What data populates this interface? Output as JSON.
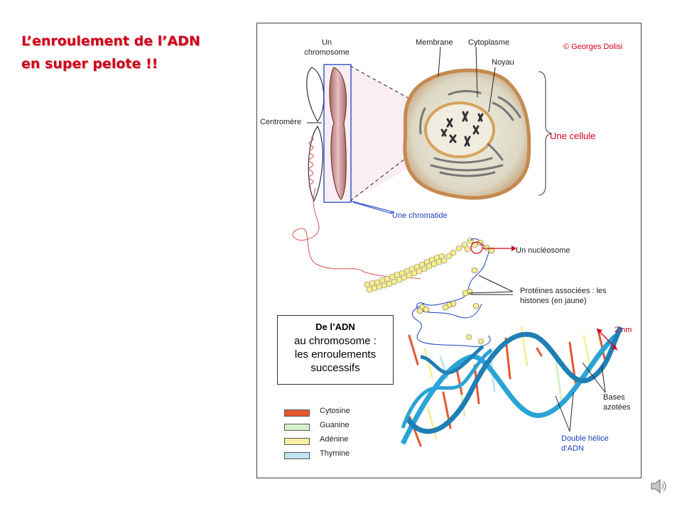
{
  "title_lines": [
    "L’enroulement de l’ADN",
    "en super pelote !!"
  ],
  "copyright": "© Georges Dolisi",
  "labels": {
    "chromosome": [
      "Un",
      "chromosome"
    ],
    "membrane": "Membrane",
    "cytoplasme": "Cytoplasme",
    "noyau": "Noyau",
    "centromere": "Centromère",
    "cellule": "Une cellule",
    "chromatide": "Une chromatide",
    "nucleosome": "Un nucléosome",
    "proteines": [
      "Protéines associées : les",
      "histones (en jaune)"
    ],
    "nm": "2 nm",
    "bases": [
      "Bases",
      "azotées"
    ],
    "double_helice": [
      "Double hélice",
      "d’ADN"
    ]
  },
  "caption": {
    "title": "De l’ADN",
    "body": [
      "au chromosome :",
      "les enroulements",
      "successifs"
    ]
  },
  "legend": [
    {
      "label": "Cytosine",
      "color": "#e4572e"
    },
    {
      "label": "Guanine",
      "color": "#d8f0c8"
    },
    {
      "label": "Adénine",
      "color": "#f7f0a0"
    },
    {
      "label": "Thymine",
      "color": "#bfe6f2"
    }
  ],
  "colors": {
    "accent_red": "#d0021b",
    "accent_blue": "#1a3fbf",
    "helix": "#2aa3d6"
  },
  "icons": {
    "speaker": "speaker-icon"
  }
}
